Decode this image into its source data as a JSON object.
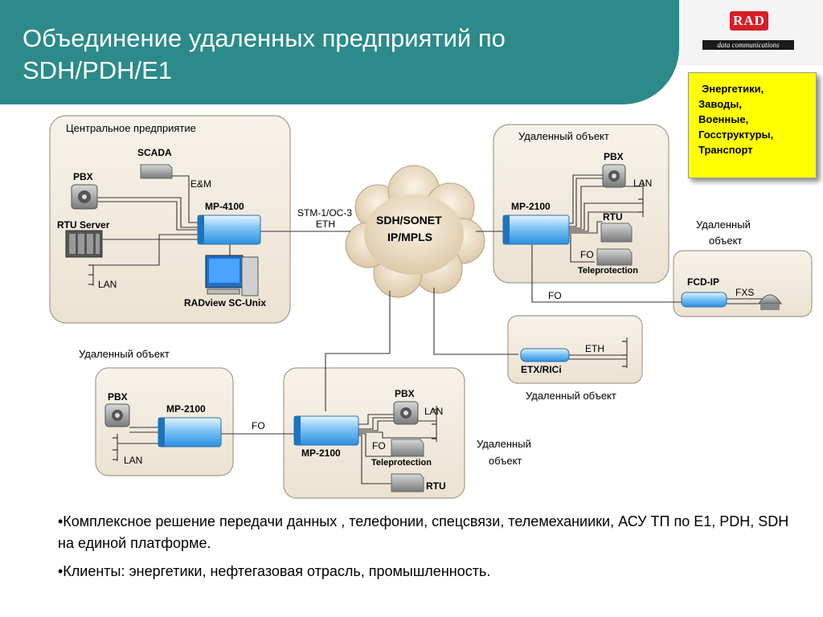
{
  "title": "Объединение удаленных предприятий по SDH/PDH/E1",
  "logo": {
    "brand": "RAD",
    "subtitle": "data communications"
  },
  "callout": {
    "lines": [
      "Энергетики,",
      "Заводы,",
      "Военные,",
      "Госструктуры,",
      "Транспорт"
    ]
  },
  "central": {
    "label": "Центральное предприятие",
    "scada": "SCADA",
    "em": "E&M",
    "pbx": "PBX",
    "mp4100": "MP-4100",
    "rtu_server": "RTU Server",
    "lan": "LAN",
    "radview": "RADview SC-Unix"
  },
  "cloud": {
    "line1": "SDH/SONET",
    "line2": "IP/MPLS"
  },
  "link_central": {
    "line1": "STM-1/OC-3",
    "line2": "ETH"
  },
  "site_top_right": {
    "label": "Удаленный объект",
    "pbx": "PBX",
    "lan": "LAN",
    "mux": "MP-2100",
    "rtu": "RTU",
    "fo": "FO",
    "teleprotection": "Teleprotection"
  },
  "site_fcd": {
    "label_line1": "Удаленный",
    "label_line2": "объект",
    "device": "FCD-IP",
    "fxs": "FXS",
    "fo": "FO"
  },
  "site_etx": {
    "device": "ETX/RICi",
    "eth": "ETH",
    "label": "Удаленный объект"
  },
  "site_left": {
    "label": "Удаленный объект",
    "pbx": "PBX",
    "mux": "MP-2100",
    "lan": "LAN",
    "fo": "FO"
  },
  "site_bottom": {
    "label_line1": "Удаленный",
    "label_line2": "объект",
    "pbx": "PBX",
    "lan": "LAN",
    "mux": "MP-2100",
    "fo": "FO",
    "teleprotection": "Teleprotection",
    "rtu": "RTU"
  },
  "bullets": [
    "•Комплексное решение передачи данных , телефонии, спецсвязи, телемеханиики, АСУ ТП по      E1, PDH, SDH на единой платформе.",
    "•Клиенты: энергетики, нефтегазовая отрасль,  промышленность."
  ],
  "colors": {
    "header": "#2c8a8a",
    "site_box": "#f3ece0",
    "site_border": "#a89a8a",
    "callout": "#ffff00",
    "device": "#3a9ee8",
    "logo": "#d41f26"
  }
}
